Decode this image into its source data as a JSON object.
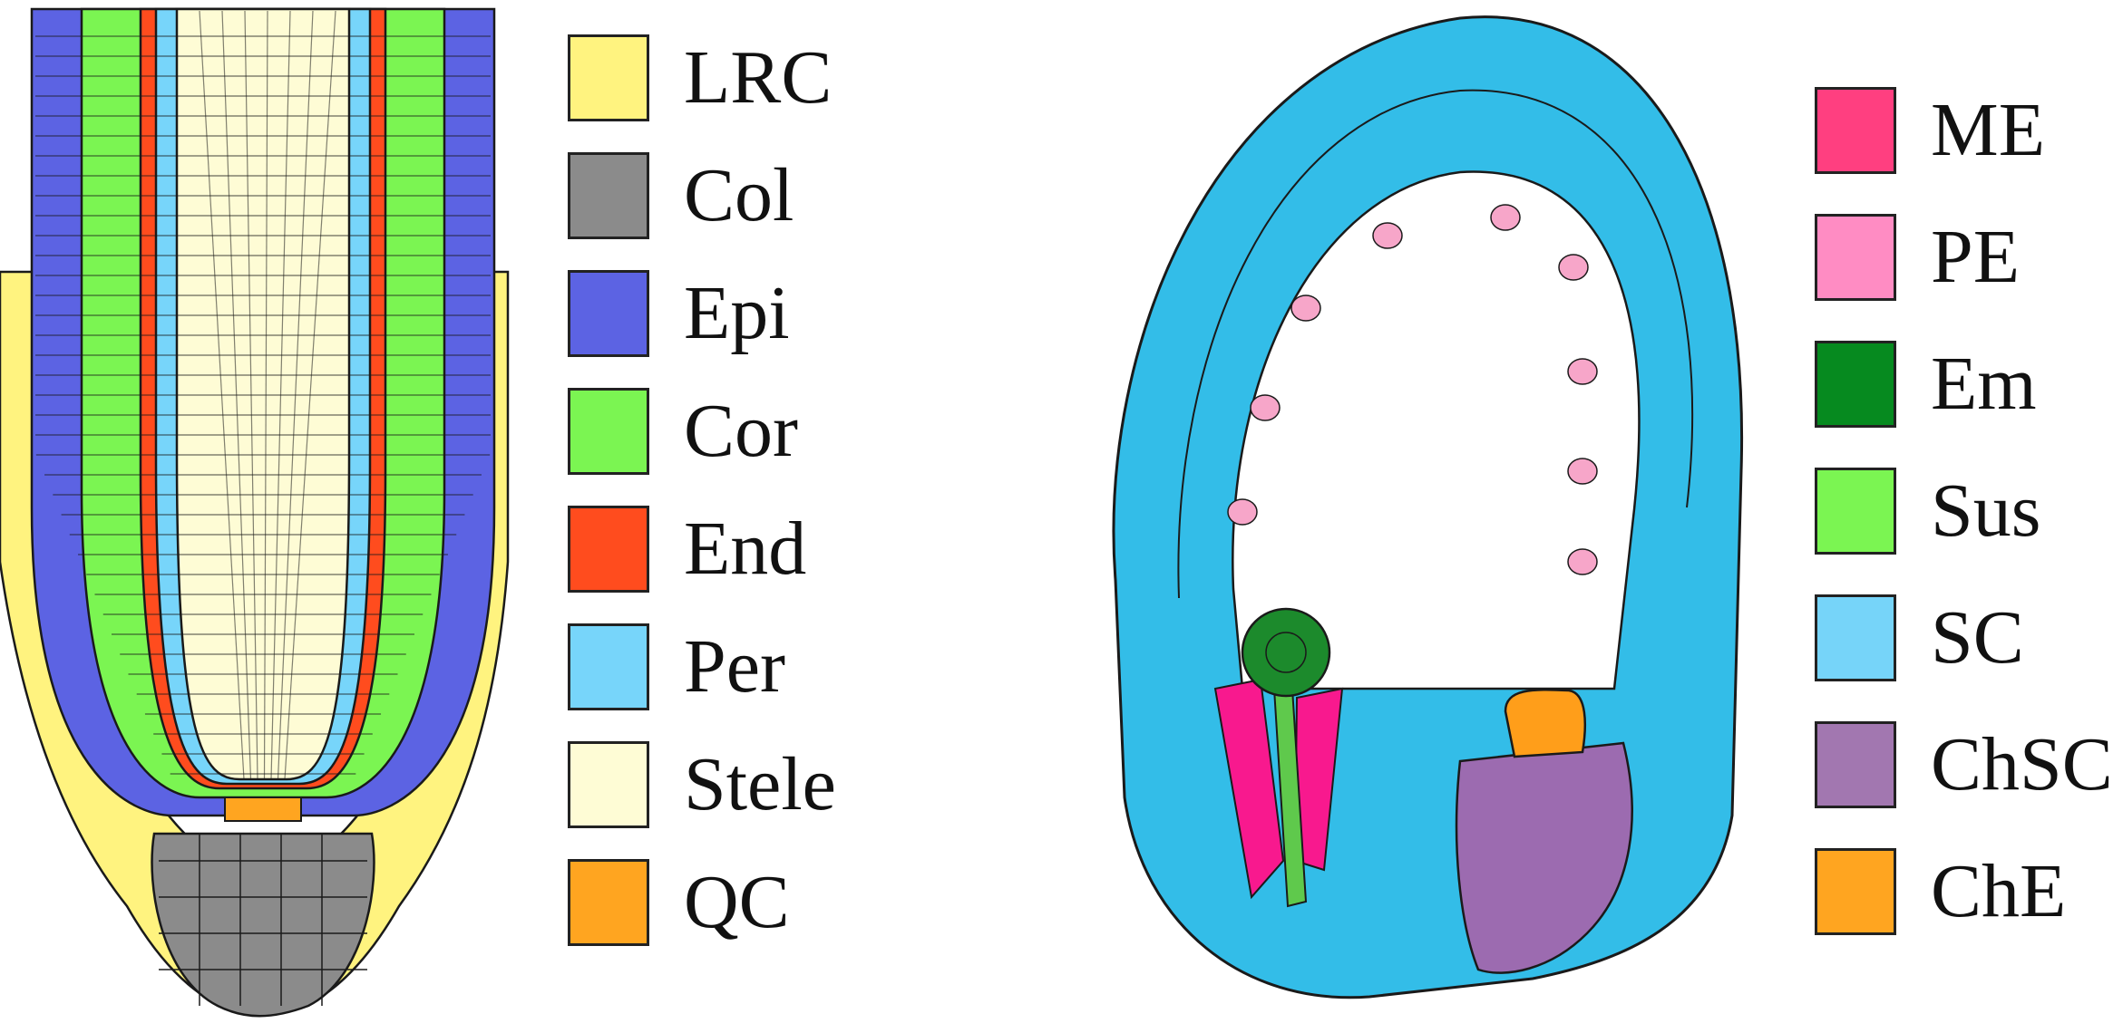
{
  "left_panel": {
    "legend": [
      {
        "label": "LRC",
        "color": "#FFF37F"
      },
      {
        "label": "Col",
        "color": "#8B8B8B"
      },
      {
        "label": "Epi",
        "color": "#5C63E3"
      },
      {
        "label": "Cor",
        "color": "#7BF552"
      },
      {
        "label": "End",
        "color": "#FF4C1E"
      },
      {
        "label": "Per",
        "color": "#77D5FA"
      },
      {
        "label": "Stele",
        "color": "#FEFCD5"
      },
      {
        "label": "QC",
        "color": "#FFA520"
      }
    ]
  },
  "right_panel": {
    "legend": [
      {
        "label": "ME",
        "color": "#FF3F80"
      },
      {
        "label": "PE",
        "color": "#FF8CC3"
      },
      {
        "label": "Em",
        "color": "#068A1F"
      },
      {
        "label": "Sus",
        "color": "#7BF552"
      },
      {
        "label": "SC",
        "color": "#76D4F9"
      },
      {
        "label": "ChSC",
        "color": "#A277B0"
      },
      {
        "label": "ChE",
        "color": "#FFA520"
      }
    ],
    "tissue_fills": {
      "seed_coat": "#33BDE8",
      "endosperm_spots": "#F7A6C9",
      "embryo_head": "#1C8A2C",
      "suspensor": "#5FC94C",
      "micropylar_endosperm": "#F8198E",
      "chalazal_seed_coat": "#9C6BB0",
      "chalazal_endosperm": "#FF9E1A"
    }
  }
}
